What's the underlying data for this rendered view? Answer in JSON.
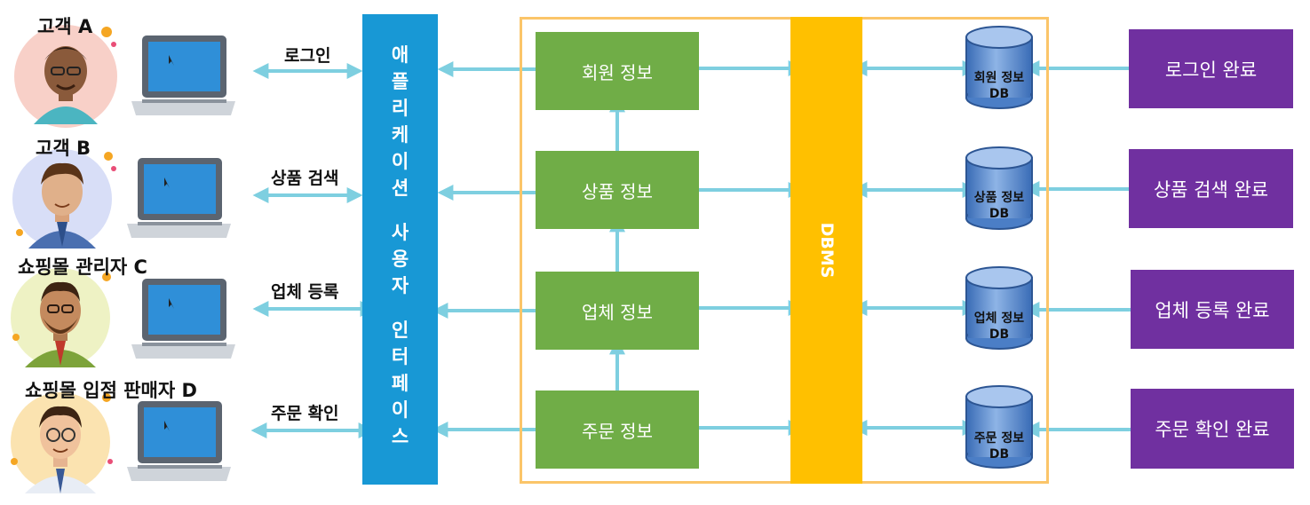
{
  "users": [
    {
      "name": "고객 A",
      "action": "로그인",
      "entity": "회원 정보",
      "db_line1": "회원 정보",
      "db_line2": "DB",
      "result": "로그인 완료"
    },
    {
      "name": "고객 B",
      "action": "상품 검색",
      "entity": "상품 정보",
      "db_line1": "상품 정보",
      "db_line2": "DB",
      "result": "상품 검색 완료"
    },
    {
      "name": "쇼핑몰 관리자 C",
      "action": "업체 등록",
      "entity": "업체 정보",
      "db_line1": "업체 정보",
      "db_line2": "DB",
      "result": "업체 등록 완료"
    },
    {
      "name": "쇼핑몰 입점 판매자 D",
      "action": "주문 확인",
      "entity": "주문 정보",
      "db_line1": "주문 정보",
      "db_line2": "DB",
      "result": "주문 확인 완료"
    }
  ],
  "interface_chars": [
    "애",
    "플",
    "리",
    "케",
    "이",
    "션",
    "사",
    "용",
    "자",
    "인",
    "터",
    "페",
    "이",
    "스"
  ],
  "dbms_label": "DBMS",
  "colors": {
    "interface": "#1898d5",
    "entity": "#70ad47",
    "dbms": "#ffc000",
    "frame": "#fbc569",
    "result": "#7030a0",
    "arrow": "#7ecfe0",
    "db": "#5b8ccf"
  }
}
